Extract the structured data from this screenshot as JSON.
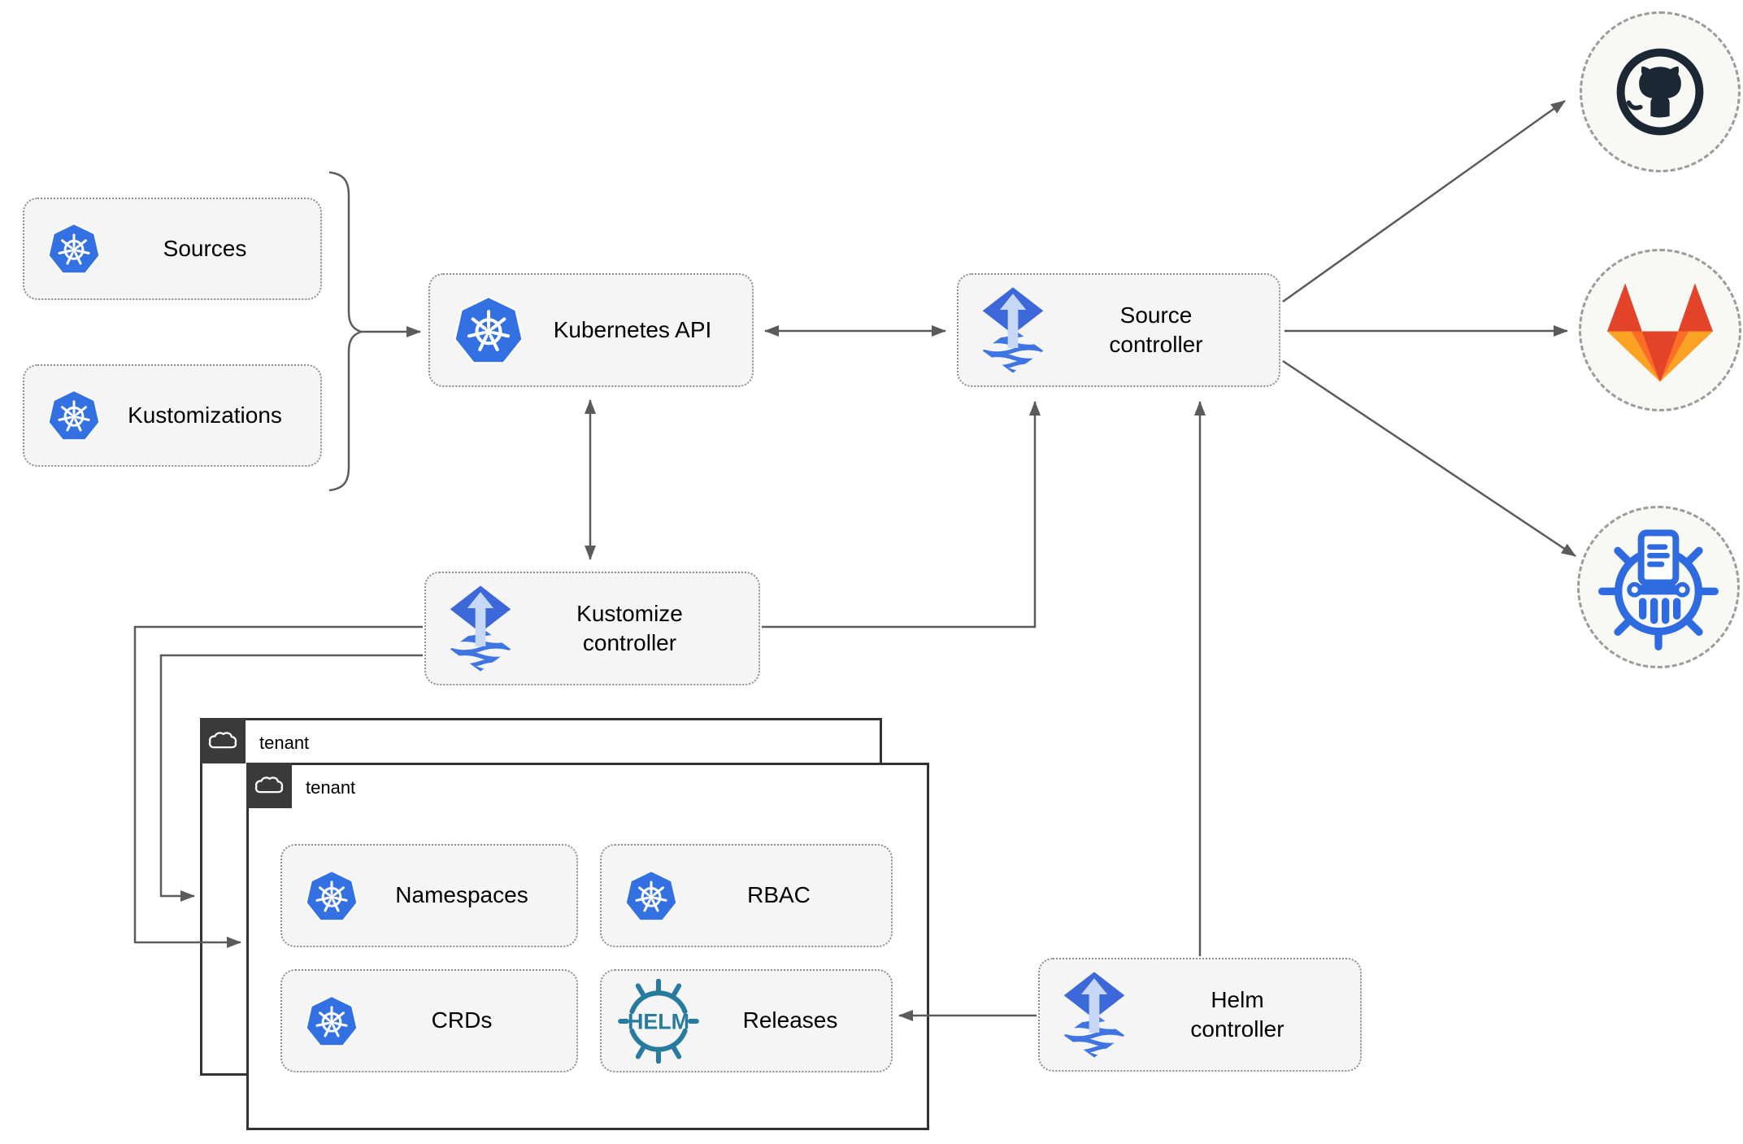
{
  "nodes": {
    "sources": {
      "label": "Sources"
    },
    "kustomizations": {
      "label": "Kustomizations"
    },
    "kubernetes_api": {
      "label": "Kubernetes API"
    },
    "source_controller": {
      "label": "Source controller"
    },
    "kustomize_controller": {
      "label": "Kustomize controller"
    },
    "helm_controller": {
      "label": "Helm controller"
    },
    "tenant_outer": {
      "label": "tenant"
    },
    "tenant_inner": {
      "label": "tenant"
    },
    "namespaces": {
      "label": "Namespaces"
    },
    "rbac": {
      "label": "RBAC"
    },
    "crds": {
      "label": "CRDs"
    },
    "releases": {
      "label": "Releases"
    }
  },
  "icons": {
    "kubernetes": "kubernetes-logo",
    "flux": "flux-logo",
    "helm_wordmark": "HELM",
    "cloud": "cloud-icon",
    "github": "github-logo",
    "gitlab": "gitlab-logo",
    "chartmuseum": "chartmuseum-logo"
  },
  "colors": {
    "kubernetes_blue": "#3371e3",
    "flux_blue": "#3d68da",
    "flux_arrow_light": "#c7d7f6",
    "flux_stripe_blue": "#3f74e3",
    "helm_teal": "#277b9e",
    "github_dark": "#1b2733",
    "gitlab_red": "#e24329",
    "gitlab_orange": "#fc6d26",
    "gitlab_amber": "#fca326",
    "chartmuseum_blue": "#2f6be0",
    "node_fill": "#f5f5f5",
    "node_border": "#8f8f8f",
    "connector_gray": "#5b5b5b",
    "tenant_border": "#333333",
    "tenant_tab_bg": "#3a3a3a"
  }
}
